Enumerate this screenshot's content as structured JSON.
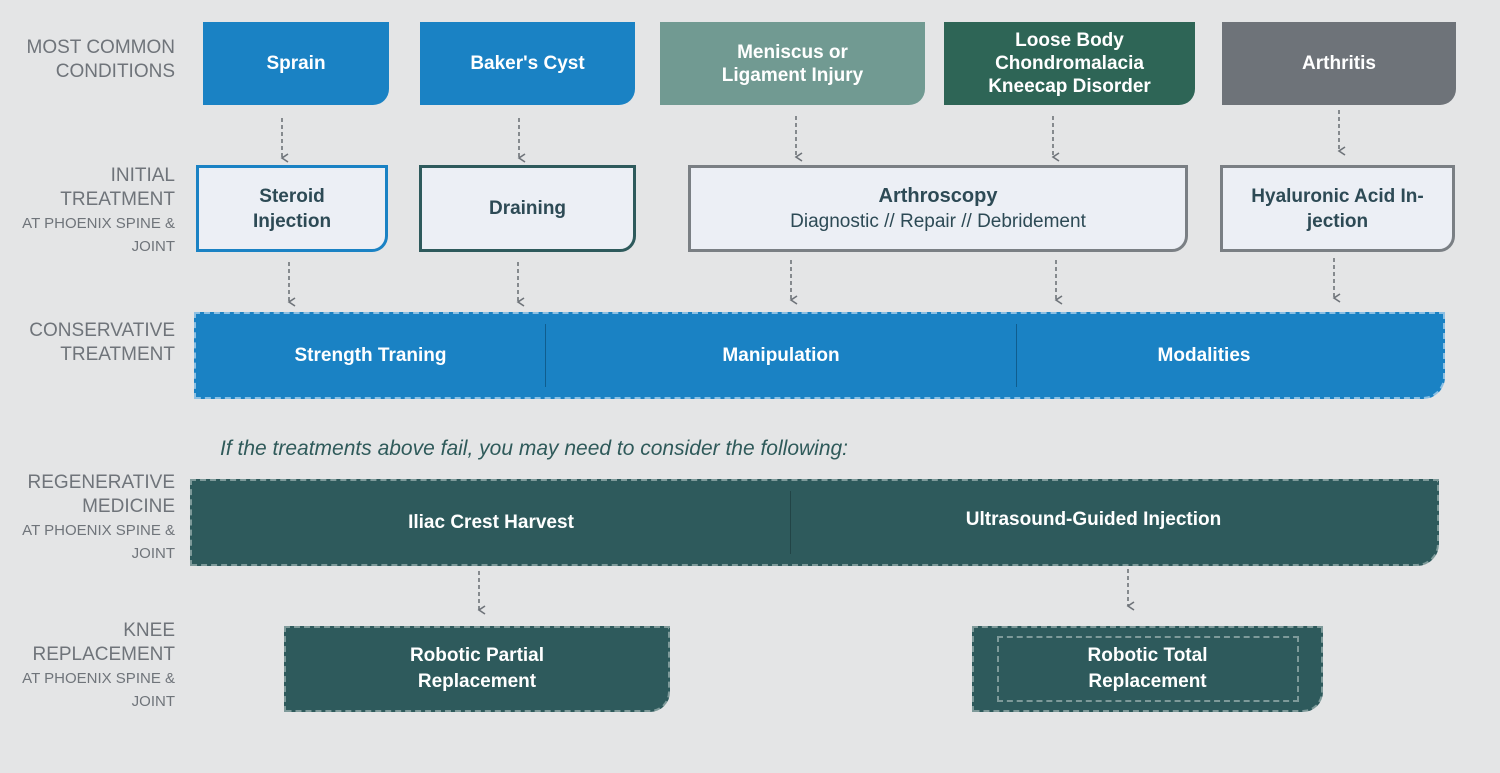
{
  "row_labels": {
    "conditions": {
      "main": "MOST COMMON\nCONDITIONS"
    },
    "initial": {
      "main": "INITIAL\nTREATMENT",
      "sub": "AT PHOENIX SPINE &\nJOINT"
    },
    "conservative": {
      "main": "CONSERVATIVE\nTREATMENT"
    },
    "regenerative": {
      "main": "REGENERATIVE\nMEDICINE",
      "sub": "AT PHOENIX SPINE &\nJOINT"
    },
    "replacement": {
      "main": "KNEE\nREPLACEMENT",
      "sub": "AT PHOENIX SPINE &\nJOINT"
    }
  },
  "conditions": [
    {
      "label": "Sprain",
      "color": "#1a82c4"
    },
    {
      "label": "Baker's Cyst",
      "color": "#1a82c4"
    },
    {
      "label": "Meniscus or\nLigament Injury",
      "color": "#719a92"
    },
    {
      "label": "Loose Body\nChondromalacia\nKneecap Disorder",
      "color": "#2e6556"
    },
    {
      "label": "Arthritis",
      "color": "#6e7379"
    }
  ],
  "initial_treatments": [
    {
      "label": "Steroid\nInjection"
    },
    {
      "label": "Draining"
    },
    {
      "label": "Arthroscopy",
      "sub": "Diagnostic  // Repair  // Debridement"
    },
    {
      "label": "Hyaluronic Acid In-\njection"
    }
  ],
  "conservative": [
    "Strength Traning",
    "Manipulation",
    "Modalities"
  ],
  "note": "If the treatments above fail, you may need to consider the following:",
  "regenerative": [
    "Iliac Crest Harvest",
    "Ultrasound-Guided Injection"
  ],
  "replacement": [
    "Robotic Partial\nReplacement",
    "Robotic Total\nReplacement"
  ],
  "colors": {
    "blue": "#1a82c4",
    "sage": "#719a92",
    "forest": "#2e6556",
    "slate": "#6e7379",
    "dark_teal": "#2e5a5c",
    "background": "#e4e5e6"
  }
}
